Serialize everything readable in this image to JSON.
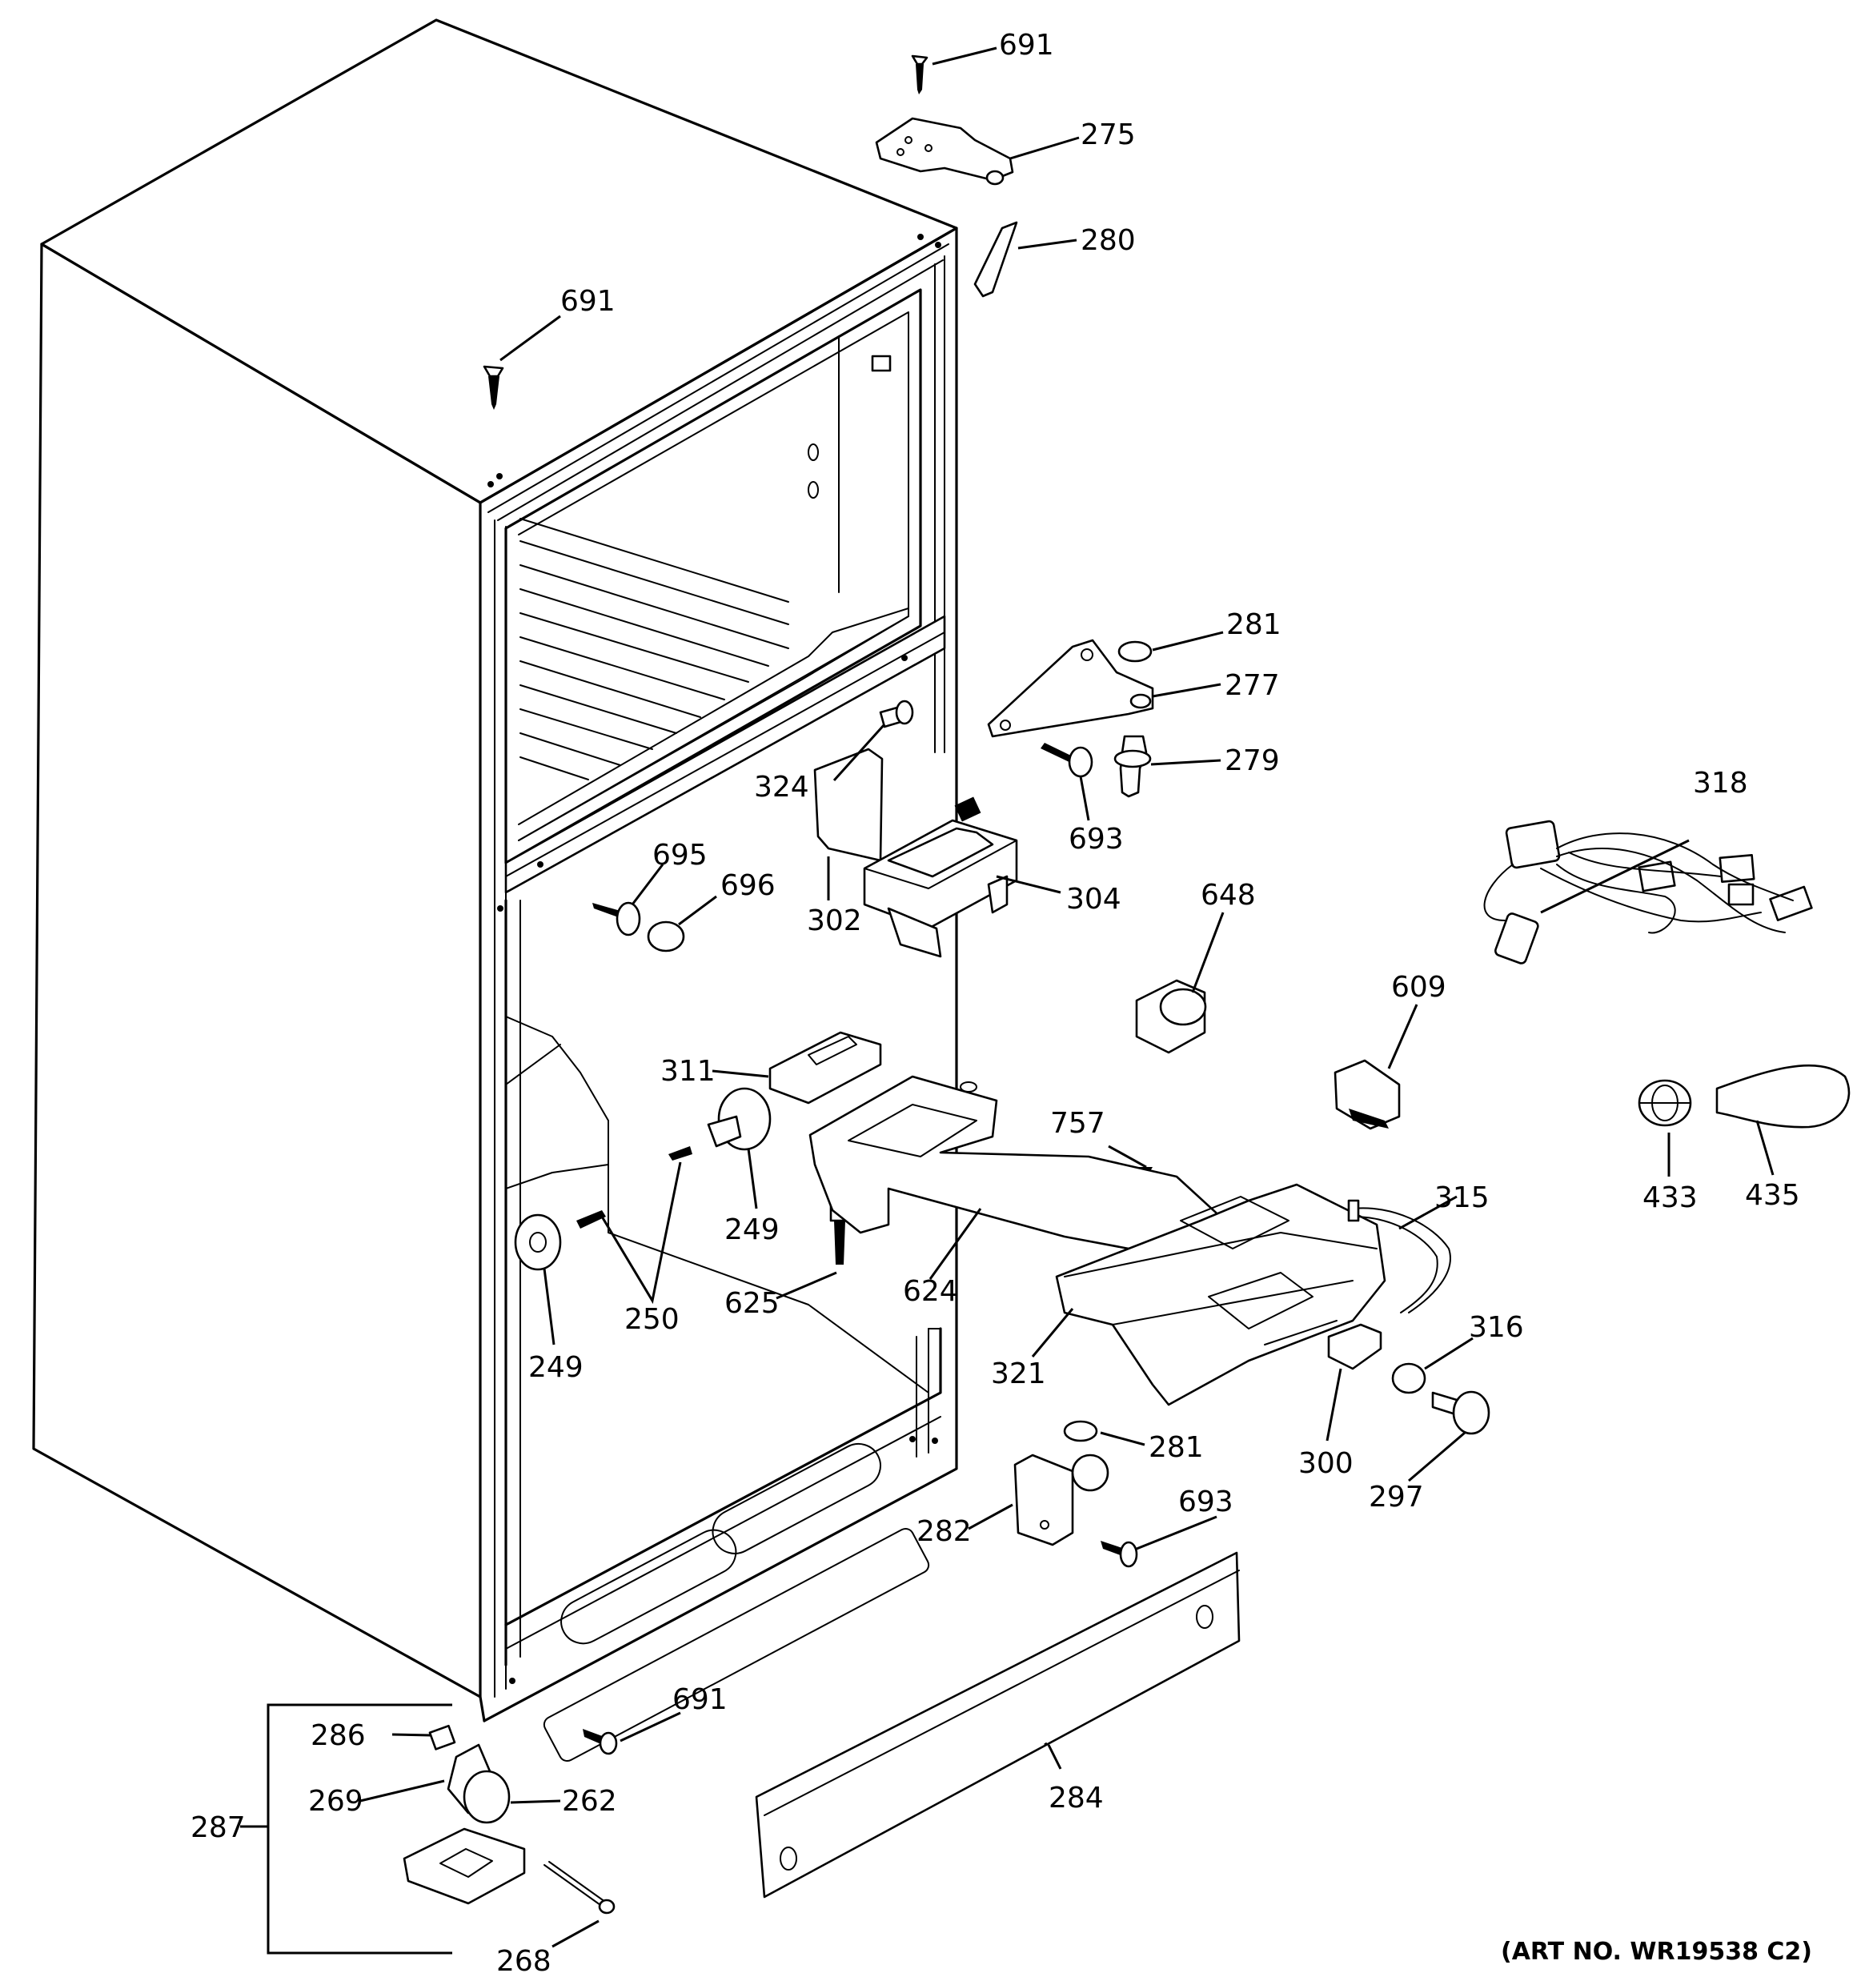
{
  "labels": {
    "l691a": "691",
    "l275": "275",
    "l280": "280",
    "l691b": "691",
    "l281a": "281",
    "l277": "277",
    "l279": "279",
    "l324": "324",
    "l693a": "693",
    "l318": "318",
    "l695": "695",
    "l696": "696",
    "l302": "302",
    "l304": "304",
    "l648": "648",
    "l609": "609",
    "l311": "311",
    "l757": "757",
    "l433": "433",
    "l435": "435",
    "l315": "315",
    "l249a": "249",
    "l250": "250",
    "l625": "625",
    "l624": "624",
    "l249b": "249",
    "l321": "321",
    "l316": "316",
    "l281b": "281",
    "l300": "300",
    "l297": "297",
    "l693b": "693",
    "l282": "282",
    "l691c": "691",
    "l286": "286",
    "l262": "262",
    "l269": "269",
    "l284": "284",
    "l287": "287",
    "l268": "268"
  },
  "art_number": "(ART NO. WR19538 C2)"
}
